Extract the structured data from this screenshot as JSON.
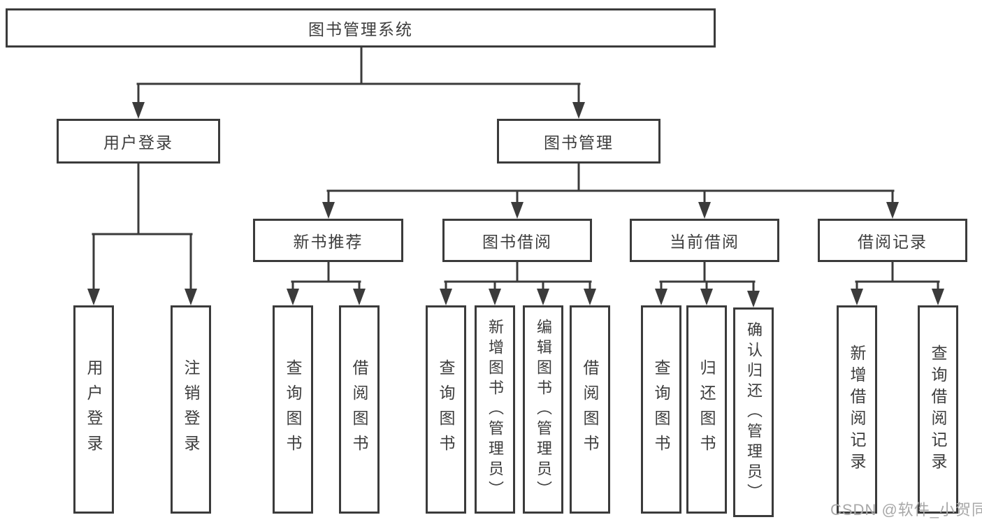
{
  "colors": {
    "line": "#3b3b3b",
    "text": "#3d3d3d",
    "box_background": "#ffffff",
    "watermark": "#a8a8a8"
  },
  "tree": {
    "root": "图书管理系统",
    "user_login_branch": {
      "label": "用户登录",
      "children": [
        "用户登录",
        "注销登录"
      ]
    },
    "book_mgmt_branch": {
      "label": "图书管理",
      "children": [
        {
          "label": "新书推荐",
          "children": [
            "查询图书",
            "借阅图书"
          ]
        },
        {
          "label": "图书借阅",
          "children": [
            "查询图书",
            "新增图书（管理员）",
            "编辑图书（管理员）",
            "借阅图书"
          ]
        },
        {
          "label": "当前借阅",
          "children": [
            "查询图书",
            "归还图书",
            "确认归还（管理员）"
          ]
        },
        {
          "label": "借阅记录",
          "children": [
            "新增借阅记录",
            "查询借阅记录"
          ]
        }
      ]
    }
  },
  "watermark": {
    "text": "CSDN @软件_小贺同学"
  }
}
